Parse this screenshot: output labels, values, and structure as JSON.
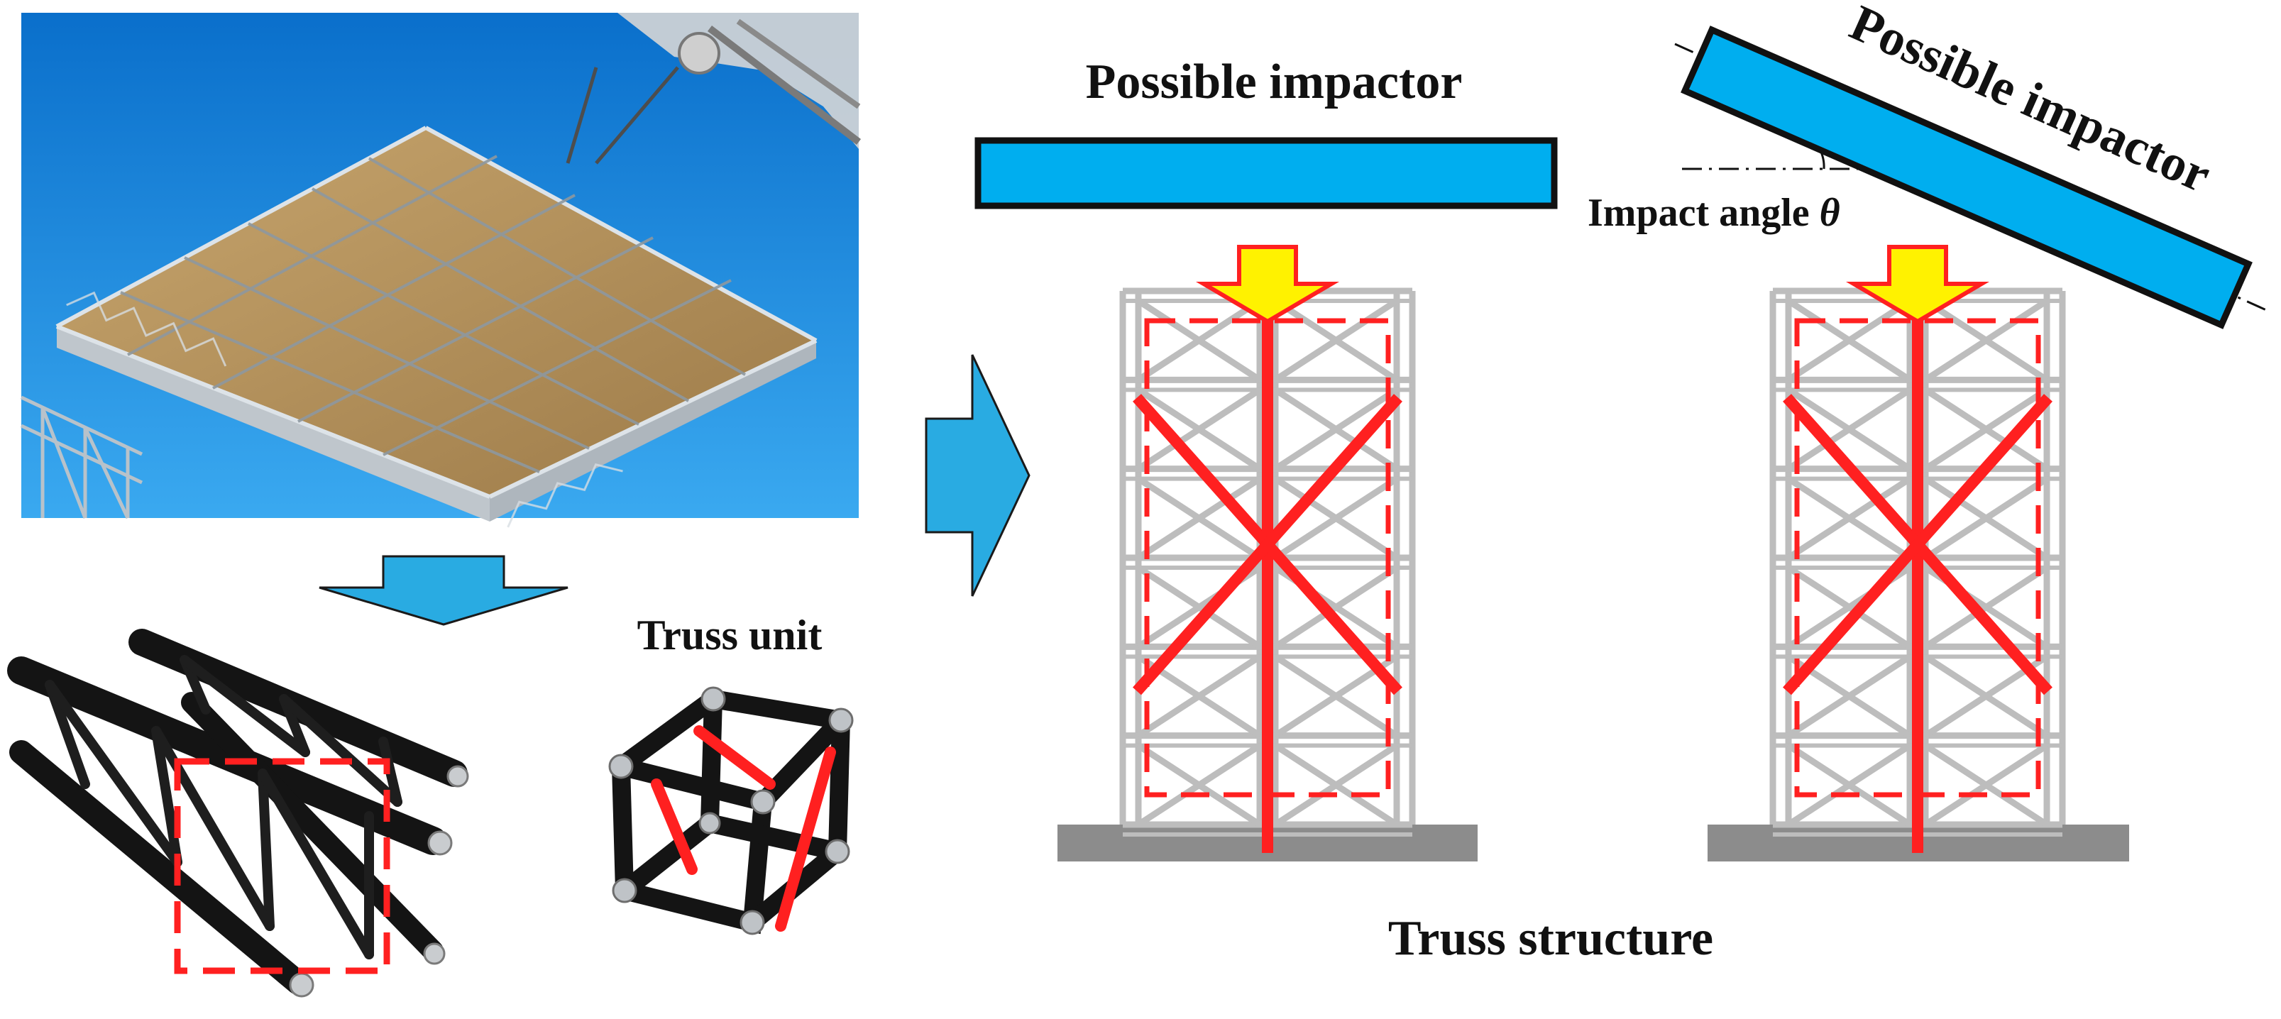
{
  "labels": {
    "possible_impactor_flat": "Possible impactor",
    "possible_impactor_tilted": "Possible impactor",
    "impact_angle": "Impact angle ",
    "impact_angle_symbol": "θ",
    "truss_unit": "Truss unit",
    "truss_structure": "Truss structure"
  },
  "colors": {
    "impactor_fill": "#00AEEF",
    "flow_arrow": "#29ABE2",
    "load_arrow_fill": "#FFF200",
    "load_arrow_stroke": "#FF2020",
    "highlight_red": "#FF2020",
    "sky_top": "#0A6FCB",
    "sky_bottom": "#39A8F0",
    "ground": "#8C8C8C",
    "truss_grey": "#BDBDBD",
    "black_truss": "#141414"
  },
  "icons": {
    "flow_arrow_right": "arrow-right-icon",
    "flow_arrow_down": "arrow-down-icon",
    "load_arrow": "arrow-down-icon"
  }
}
